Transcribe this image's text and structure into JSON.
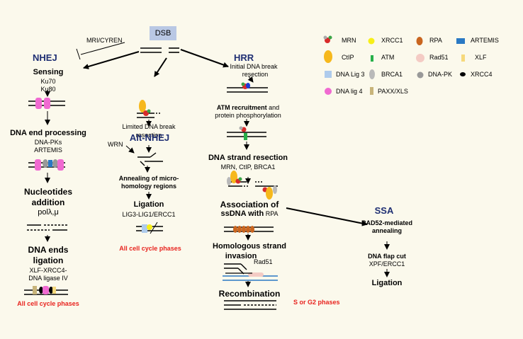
{
  "dsb": "DSB",
  "mri": "MRI/CYREN",
  "nhej": {
    "title": "NHEJ",
    "sensing": "Sensing",
    "ku70": "Ku70",
    "ku80": "Ku80",
    "end_processing": "DNA end processing",
    "dna_pks": "DNA-PKs",
    "artemis": "ARTEMIS",
    "nucleotides": "Nucleotides",
    "addition": "addition",
    "pol": "polλ,μ",
    "ends": "DNA ends",
    "ligation": "ligation",
    "xlf": "XLF-XRCC4-",
    "ligase": "DNA ligase IV",
    "phases": "All cell cycle phases"
  },
  "alt": {
    "limited1": "Limited DNA break",
    "limited2": "resection",
    "title": "Alt-NHEJ",
    "wrn": "WRN",
    "anneal1": "Annealing of micro-",
    "anneal2": "homology regions",
    "ligation": "Ligation",
    "lig": "LIG3-LIG1/ERCC1",
    "phases": "All cell cycle phases"
  },
  "hrr": {
    "title": "HRR",
    "initial1": "Initial DNA break",
    "initial2": "resection",
    "atm_bold": "ATM recruitment",
    "atm_rest": " and",
    "protein": "protein phosphorylation",
    "strand": "DNA strand resection",
    "strand_sub": "MRN, CtIP, BRCA1",
    "assoc1": "Association of",
    "assoc2_bold": "ssDNA with",
    "assoc2_rest": " RPA",
    "homol1": "Homologous strand",
    "homol2": "invasion",
    "rad51": "Rad51",
    "recomb": "Recombination",
    "phases": "S or G2 phases"
  },
  "ssa": {
    "title": "SSA",
    "rad52_1": "RAD52-mediated",
    "rad52_2": "annealing",
    "flap": "DNA flap cut",
    "xpf": "XPF/ERCC1",
    "ligation": "Ligation"
  },
  "legend": {
    "mrn": "MRN",
    "xrcc1": "XRCC1",
    "rpa": "RPA",
    "artemis": "ARTEMIS",
    "ctip": "CtIP",
    "atm": "ATM",
    "rad51": "Rad51",
    "xlf": "XLF",
    "lig3": "DNA Lig 3",
    "brca1": "BRCA1",
    "dnapk": "DNA-PK",
    "xrcc4": "XRCC4",
    "lig4": "DNA lig 4",
    "paxx": "PAXX/XLS"
  },
  "colors": {
    "title_blue": "#1f2f73",
    "phase_red": "#e8231e",
    "dsb_box": "#b9c8e4",
    "ctip": "#f6b81c",
    "mrn_red": "#d82b2b",
    "mrn_green": "#3aa546",
    "xrcc1": "#f7ef17",
    "atm": "#27b04a",
    "rpa": "#c9651f",
    "rad51": "#f4cbc4",
    "artemis": "#2a79c4",
    "xlf": "#f6d97c",
    "lig3": "#aecbec",
    "brca1": "#b9b9b9",
    "dnapk": "#999999",
    "xrcc4": "#000000",
    "lig4": "#f06ad1",
    "paxx": "#c8b47a"
  }
}
